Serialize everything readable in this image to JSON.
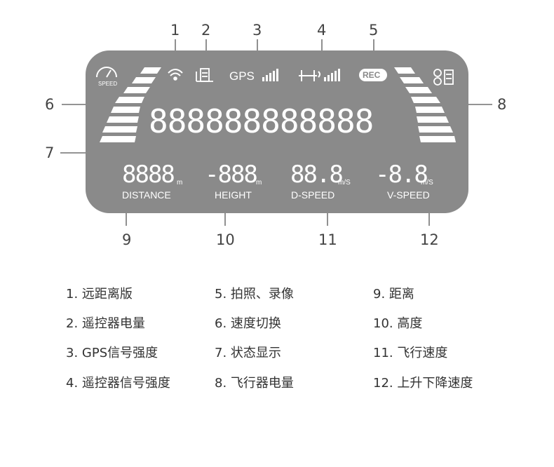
{
  "callouts": {
    "c1": "1",
    "c2": "2",
    "c3": "3",
    "c4": "4",
    "c5": "5",
    "c6": "6",
    "c7": "7",
    "c8": "8",
    "c9": "9",
    "c10": "10",
    "c11": "11",
    "c12": "12"
  },
  "icons": [
    "wifi-range-icon",
    "remote-battery-icon",
    "gps-signal-icon",
    "remote-signal-icon",
    "rec-icon",
    "speed-gauge-icon",
    "drone-battery-icon"
  ],
  "lcd": {
    "speed_icon_label": "SPEED",
    "gps_label": "GPS",
    "rec_label": "REC",
    "status_segments": "888888888888",
    "distance": {
      "digits": "8888",
      "unit": "m",
      "label": "DISTANCE"
    },
    "height": {
      "digits": "-888",
      "unit": "m",
      "label": "HEIGHT"
    },
    "d_speed": {
      "digits": "88.8",
      "unit": "m/S",
      "label": "D-SPEED"
    },
    "v_speed": {
      "digits": "-8.8",
      "unit": "m/S",
      "label": "V-SPEED"
    }
  },
  "legend": {
    "col1": [
      "1. 远距离版",
      "2. 遥控器电量",
      "3. GPS信号强度",
      "4. 遥控器信号强度"
    ],
    "col2": [
      "5. 拍照、录像",
      "6. 速度切换",
      "7. 状态显示",
      "8. 飞行器电量"
    ],
    "col3": [
      "9. 距离",
      "10. 高度",
      "11. 飞行速度",
      "12. 上升下降速度"
    ]
  },
  "colors": {
    "lcd_bg": "#8a8a8a",
    "segment": "#ffffff",
    "leader": "#555555",
    "text": "#333333"
  }
}
